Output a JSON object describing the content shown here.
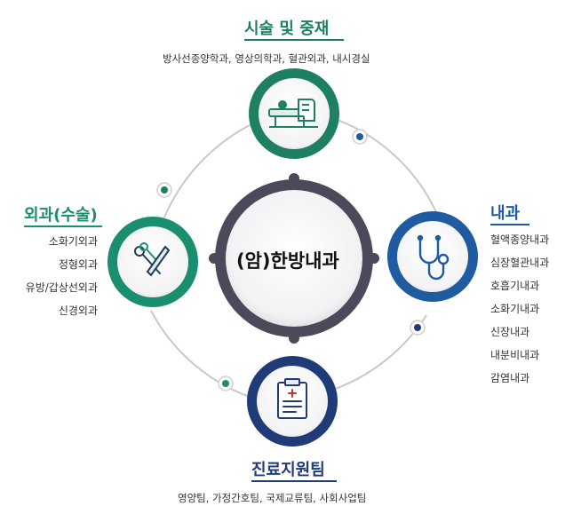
{
  "center": {
    "label": "(암)한방내과"
  },
  "top": {
    "title": "시술 및 중재",
    "subtitle": "방사선종양학과, 영상의학과, 혈관외과, 내시경실",
    "color": "#1e7f63",
    "icon": "procedure-table-icon"
  },
  "left": {
    "title": "외과(수술)",
    "items": [
      "소화기외과",
      "정형외과",
      "유방/갑상선외과",
      "신경외과"
    ],
    "color": "#1a8f6f",
    "icon": "scissors-icon"
  },
  "right": {
    "title": "내과",
    "items": [
      "혈액종양내과",
      "심장혈관내과",
      "호흡기내과",
      "소화기내과",
      "신장내과",
      "내분비내과",
      "감염내과"
    ],
    "color": "#1f5ba0",
    "icon": "stethoscope-icon"
  },
  "bottom": {
    "title": "진료지원팀",
    "subtitle": "영양팀, 가정간호팀, 국제교류팀, 사회사업팀",
    "color": "#1f3c78",
    "icon": "clipboard-icon"
  },
  "colors": {
    "hub_ring": "#4a4a5a",
    "orbit": "#c8c8c8",
    "text": "#333333"
  }
}
